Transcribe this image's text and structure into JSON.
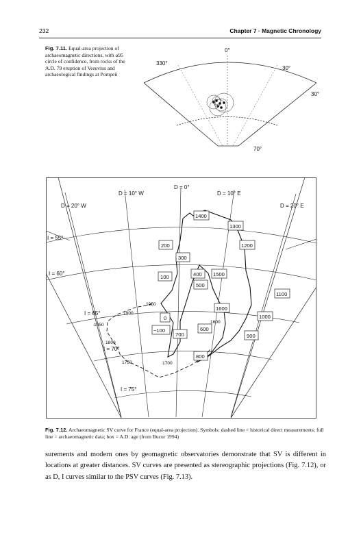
{
  "header": {
    "page_number": "232",
    "chapter": "Chapter 7 · Magnetic Chronology"
  },
  "fig711": {
    "label": "Fig. 7.11.",
    "caption": "Equal-area projection of archaeomagnetic directions, with α95 circle of confidence, from rocks of the A.D. 79 eruption of Vesuvius and archaeological findings at Pompeii",
    "labels": {
      "top": "0°",
      "left": "330°",
      "right_inner": "30°",
      "right_outer": "30°",
      "bottom": "70°"
    }
  },
  "fig712": {
    "declination_labels": [
      "D = 20° W",
      "D = 10° W",
      "D = 0°",
      "D = 10° E",
      "D = 20° E"
    ],
    "inclination_labels": [
      "I = 55°",
      "I = 60°",
      "I = 65°",
      "I = 70°",
      "I = 75°"
    ],
    "archaeomagnetic_ages": [
      "1400",
      "1300",
      "1200",
      "1100",
      "1000",
      "200",
      "300",
      "400",
      "1500",
      "100",
      "500",
      "0",
      "−100",
      "1600",
      "700",
      "600",
      "900",
      "800"
    ],
    "historical_years": [
      "1950",
      "1900",
      "1850",
      "1800",
      "1750",
      "1700",
      "1600"
    ]
  },
  "fig712_caption": {
    "label": "Fig. 7.12.",
    "text": "Archaeomagnetic SV curve for France (equal-area projection). Symbols: dashed line = historical direct measurements; full line = archaeomagnetic data; box = A.D. age (from Bucur 1994)"
  },
  "body": {
    "paragraph": "surements and modern ones by geomagnetic observatories demonstrate that SV is different in locations at greater distances. SV curves are presented as stereographic projections (Fig. 7.12), or as D, I curves similar to the PSV curves (Fig. 7.13)."
  }
}
